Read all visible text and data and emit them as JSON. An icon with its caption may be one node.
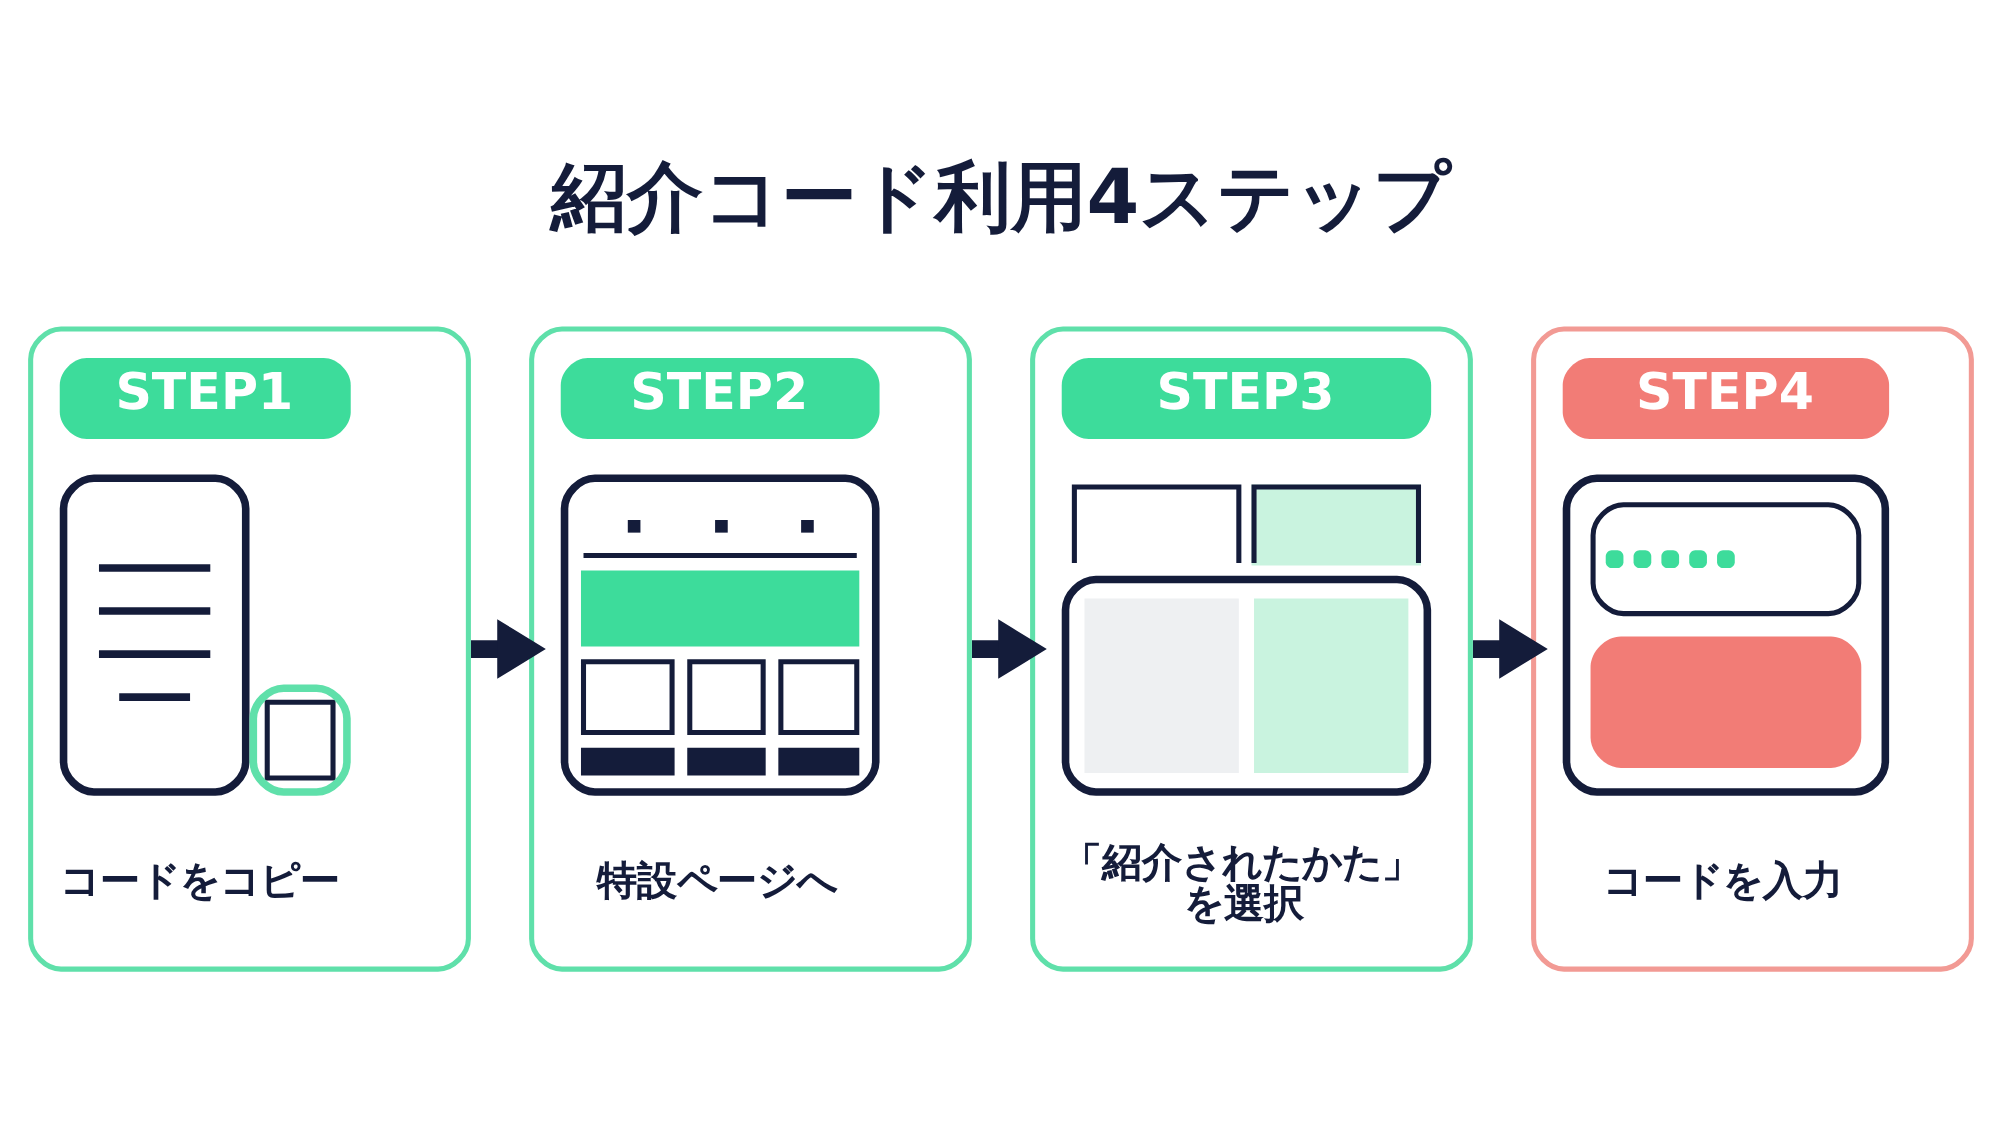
{
  "diagram": {
    "title": "紹介コード利用4ステップ",
    "nodes": [
      {
        "text": [
          "STEP1",
          "コードをコピー"
        ]
      },
      {
        "text": [
          "STEP2",
          "特設ページへ"
        ]
      },
      {
        "text": [
          "STEP3",
          "「紹介されたかた」を選択"
        ]
      },
      {
        "text": [
          "STEP4",
          "コードを入力"
        ]
      }
    ],
    "edges": [
      {
        "from": 0,
        "to": 1,
        "arrow": "to"
      },
      {
        "from": 1,
        "to": 2,
        "arrow": "to"
      },
      {
        "from": 2,
        "to": 3,
        "arrow": "to"
      }
    ]
  }
}
